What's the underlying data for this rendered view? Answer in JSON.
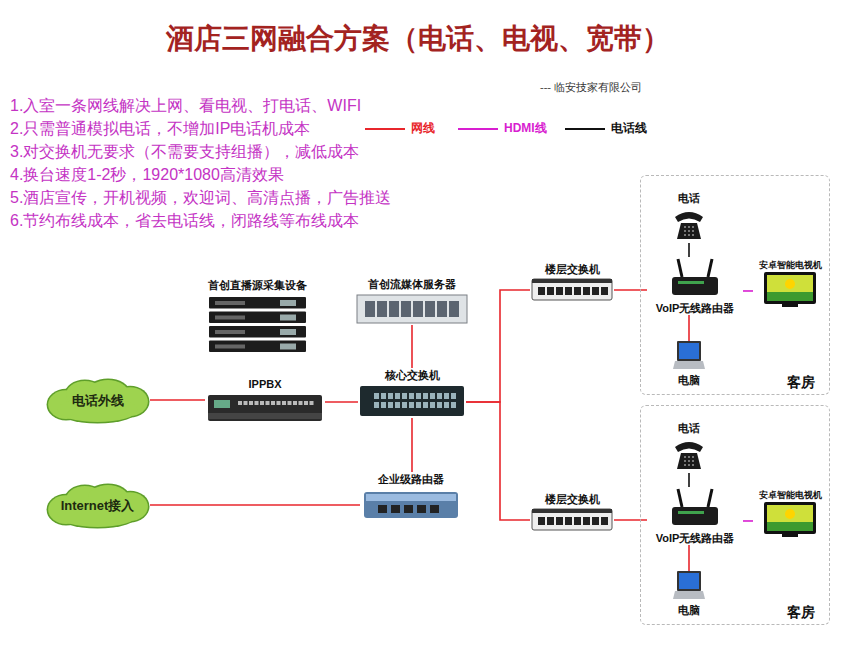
{
  "diagram": {
    "title": "酒店三网融合方案（电话、电视、宽带）",
    "nodes": [
      {
        "text": [
          "电话外线"
        ]
      },
      {
        "text": [
          "Internet接入"
        ]
      },
      {
        "text": [
          "首创直播源采集设备"
        ]
      },
      {
        "text": [
          "IPPBX"
        ]
      },
      {
        "text": [
          "首创流媒体服务器"
        ]
      },
      {
        "text": [
          "核心交换机"
        ]
      },
      {
        "text": [
          "企业级路由器"
        ]
      },
      {
        "text": [
          "楼层交换机"
        ]
      },
      {
        "text": [
          "客房"
        ]
      },
      {
        "text": [
          "电话"
        ],
        "in": 8
      },
      {
        "text": [
          "VoIP无线路由器"
        ],
        "in": 8
      },
      {
        "text": [
          "安卓智能电视机"
        ],
        "in": 8
      },
      {
        "text": [
          "电脑"
        ],
        "in": 8
      },
      {
        "text": [
          "楼层交换机"
        ]
      },
      {
        "text": [
          "客房"
        ]
      },
      {
        "text": [
          "电话"
        ],
        "in": 14
      },
      {
        "text": [
          "VoIP无线路由器"
        ],
        "in": 14
      },
      {
        "text": [
          "安卓智能电视机"
        ],
        "in": 14
      },
      {
        "text": [
          "电脑"
        ],
        "in": 14
      }
    ],
    "edges": [
      {
        "from": 0,
        "to": 3,
        "arrow": "none"
      },
      {
        "from": 3,
        "to": 5,
        "arrow": "none"
      },
      {
        "from": 4,
        "to": 5,
        "arrow": "none"
      },
      {
        "from": 5,
        "to": 6,
        "arrow": "none"
      },
      {
        "from": 1,
        "to": 6,
        "arrow": "none"
      },
      {
        "from": 5,
        "to": 7,
        "arrow": "none"
      },
      {
        "from": 5,
        "to": 13,
        "arrow": "none"
      },
      {
        "from": 7,
        "to": 10,
        "arrow": "none"
      },
      {
        "from": 10,
        "to": 9,
        "arrow": "none"
      },
      {
        "from": 10,
        "to": 11,
        "arrow": "none"
      },
      {
        "from": 10,
        "to": 12,
        "arrow": "none"
      },
      {
        "from": 13,
        "to": 16,
        "arrow": "none"
      },
      {
        "from": 16,
        "to": 15,
        "arrow": "none"
      },
      {
        "from": 16,
        "to": 17,
        "arrow": "none"
      },
      {
        "from": 16,
        "to": 18,
        "arrow": "none"
      }
    ],
    "labels": [
      "--- 临安技家有限公司",
      "1.入室一条网线解决上网、看电视、打电话、WIFI",
      "2.只需普通模拟电话，不增加IP电话机成本",
      "3.对交换机无要求（不需要支持组播），减低成本",
      "4.换台速度1-2秒，1920*1080高清效果",
      "5.酒店宣传，开机视频，欢迎词、高清点播，广告推送",
      "6.节约布线成本，省去电话线，闭路线等布线成本"
    ],
    "legend": [
      {
        "text": "网线"
      },
      {
        "text": "HDMI线"
      },
      {
        "text": "电话线"
      }
    ]
  }
}
